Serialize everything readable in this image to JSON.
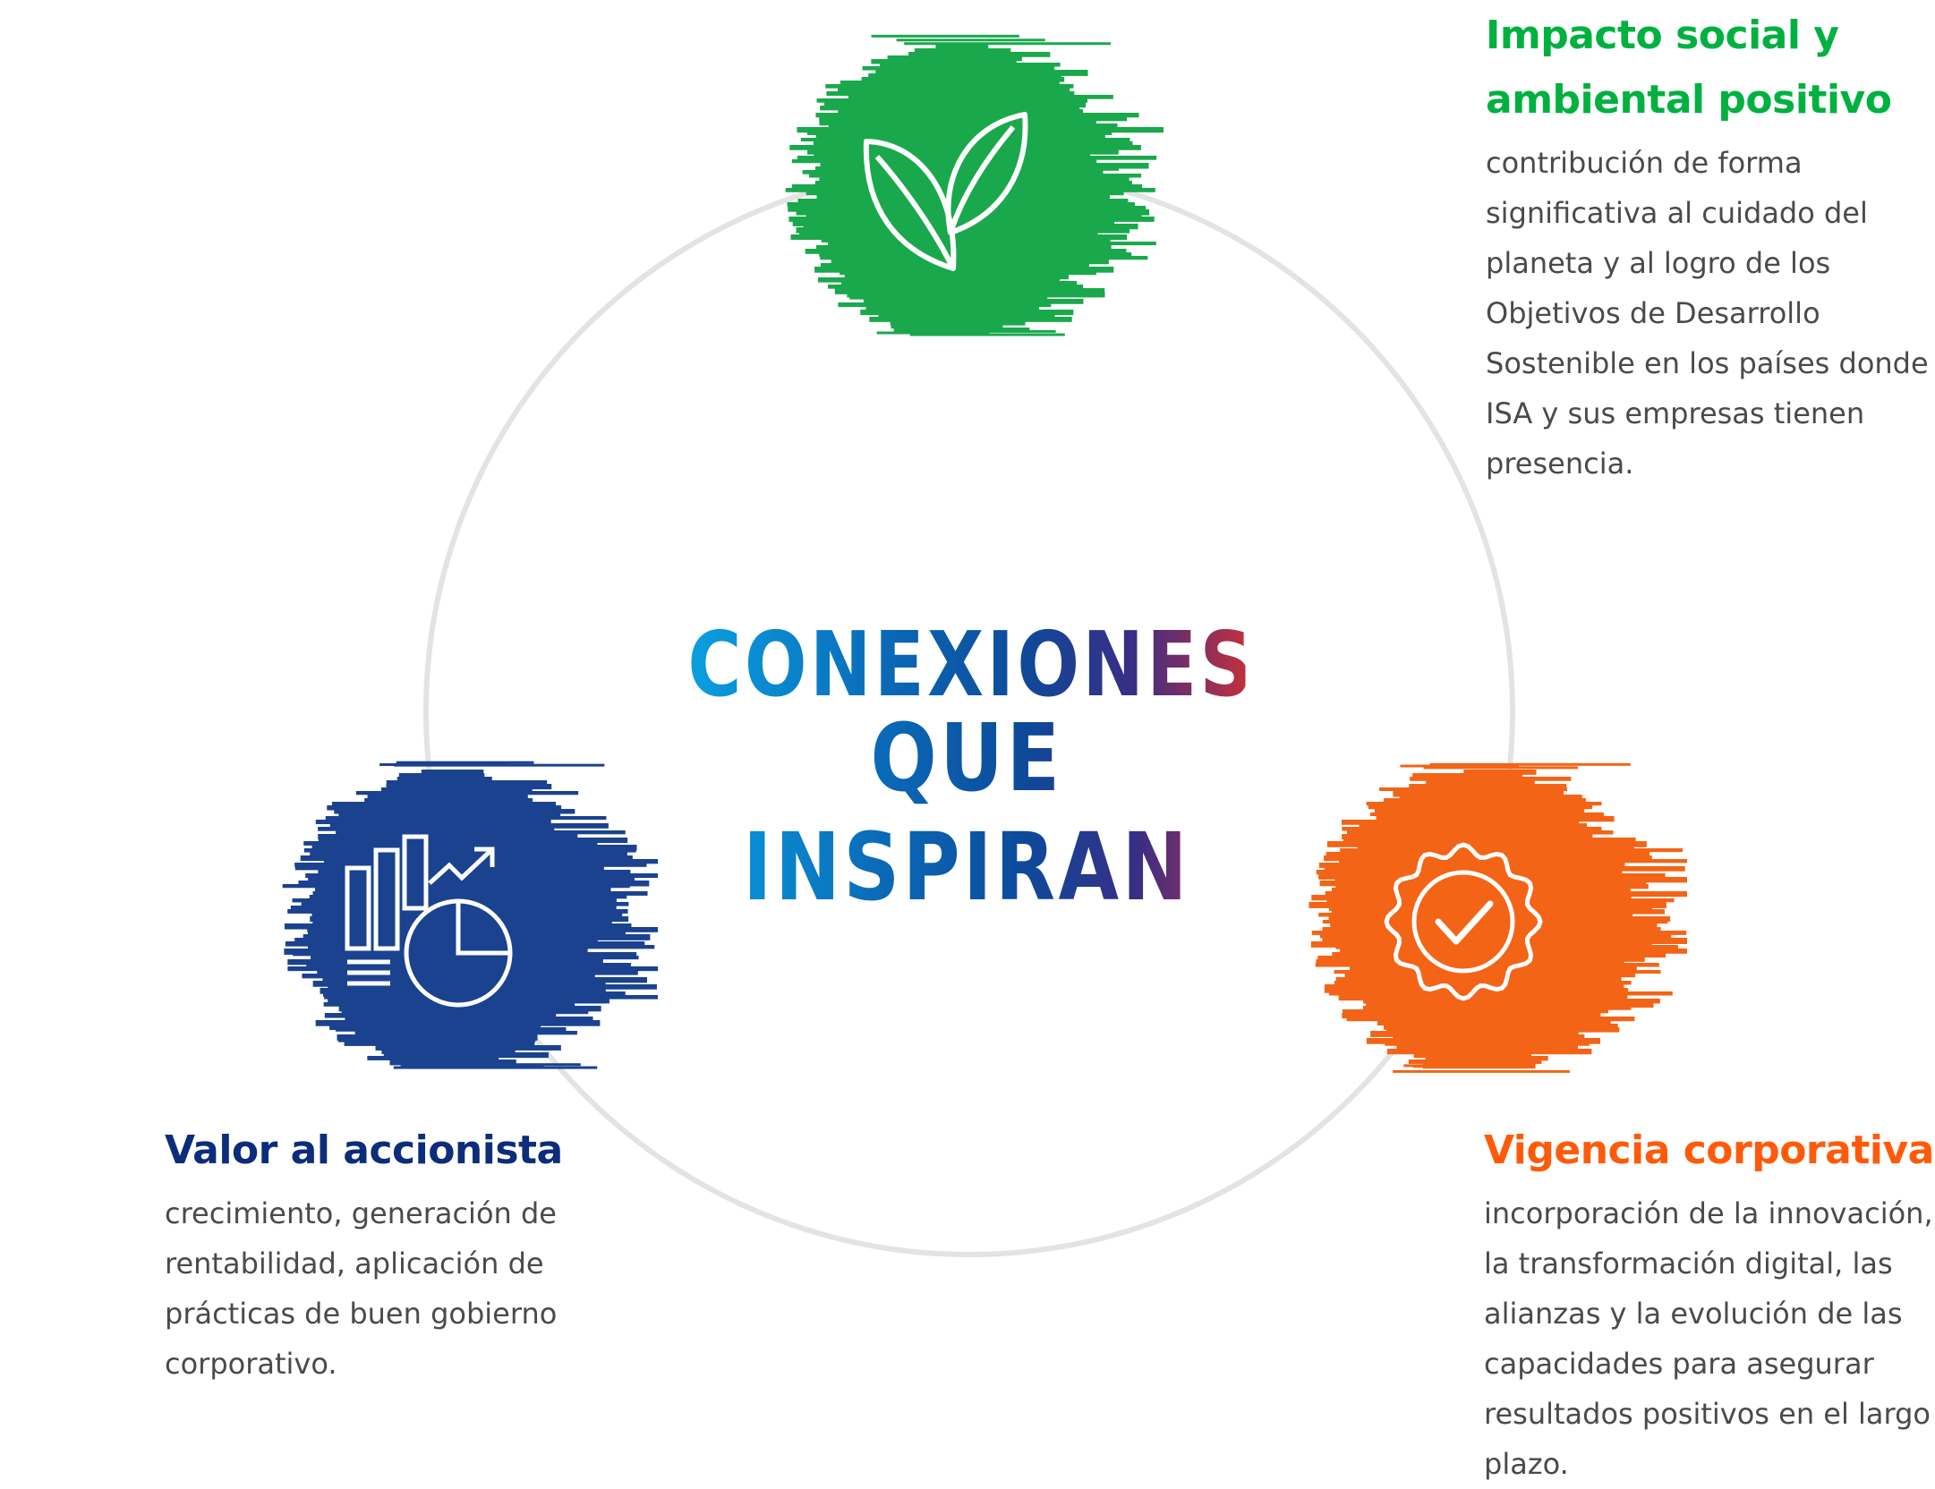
{
  "center_title": {
    "line1": "CONEXIONES",
    "line2": "QUE INSPIRAN"
  },
  "colors": {
    "green": "#1aa84c",
    "blue": "#1a428f",
    "orange": "#f46416",
    "ring": "#e3e3e3"
  },
  "pillars": [
    {
      "title": "Impacto social y ambiental positivo",
      "icon": "leaf-icon",
      "description": "contribución de forma significativa al cuidado del planeta y al logro de los Objetivos de Desarrollo Sostenible en los países donde ISA y sus empresas tienen presencia."
    },
    {
      "title": "Valor al accionista",
      "icon": "growth-chart-icon",
      "description": "crecimiento, generación de rentabilidad, aplicación de prácticas de buen gobierno corporativo."
    },
    {
      "title": "Vigencia corporativa",
      "icon": "badge-check-icon",
      "description": "incorporación de la innovación, la transformación digital, las alianzas y la evolución de las capacidades para asegurar resultados positivos en el largo plazo."
    }
  ]
}
